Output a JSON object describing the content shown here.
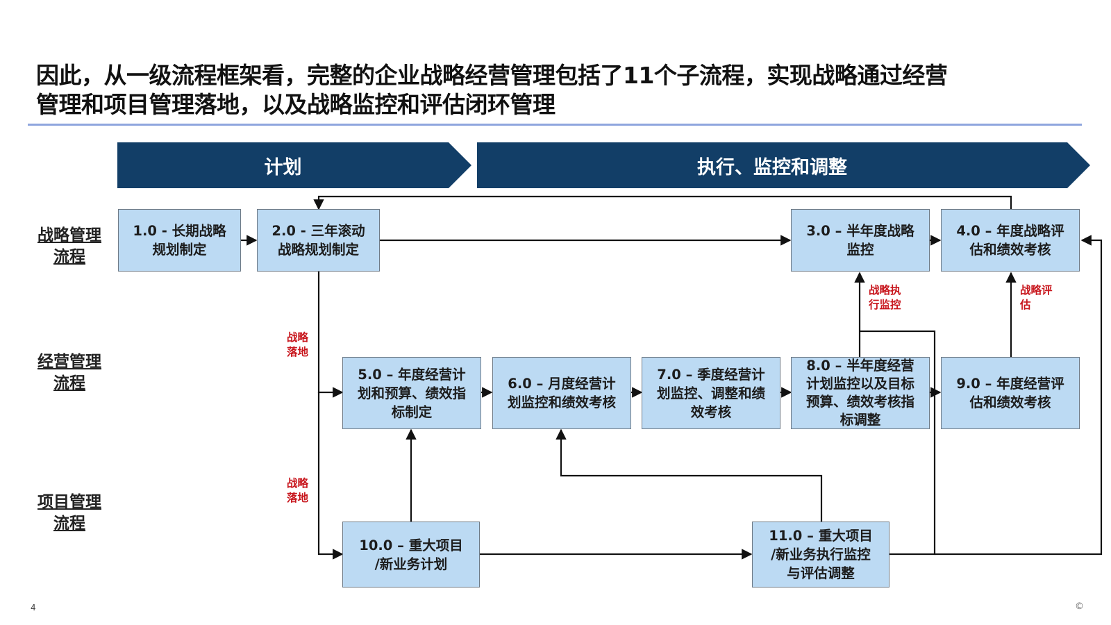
{
  "title": {
    "line1": "因此，从一级流程框架看，完整的企业战略经营管理包括了11个子流程，实现战略通过经营",
    "line2": "管理和项目管理落地，以及战略监控和评估闭环管理"
  },
  "colors": {
    "phase_banner": "#123e67",
    "box_fill": "#bcdaf3",
    "box_border": "#6e7a86",
    "note_red": "#c8161d",
    "title_rule": "#8fa6de"
  },
  "phases": [
    {
      "label": "计划"
    },
    {
      "label": "执行、监控和调整"
    }
  ],
  "lanes": [
    {
      "label_line1": "战略管理",
      "label_line2": "流程"
    },
    {
      "label_line1": "经营管理",
      "label_line2": "流程"
    },
    {
      "label_line1": "项目管理",
      "label_line2": "流程"
    }
  ],
  "boxes": {
    "b1": {
      "line1": "1.0 - 长期战略",
      "line2": "规划制定"
    },
    "b2": {
      "line1": "2.0 - 三年滚动",
      "line2": "战略规划制定"
    },
    "b3": {
      "line1": "3.0 – 半年度战略",
      "line2": "监控"
    },
    "b4": {
      "line1": "4.0 – 年度战略评",
      "line2": "估和绩效考核"
    },
    "b5": {
      "line1": "5.0 – 年度经营计",
      "line2": "划和预算、绩效指",
      "line3": "标制定"
    },
    "b6": {
      "line1": "6.0 – 月度经营计",
      "line2": "划监控和绩效考核"
    },
    "b7": {
      "line1": "7.0 – 季度经营计",
      "line2": "划监控、调整和绩",
      "line3": "效考核"
    },
    "b8": {
      "line1": "8.0 – 半年度经营",
      "line2": "计划监控以及目标",
      "line3": "预算、绩效考核指",
      "line4": "标调整"
    },
    "b9": {
      "line1": "9.0 – 年度经营评",
      "line2": "估和绩效考核"
    },
    "b10": {
      "line1": "10.0 – 重大项目",
      "line2": "/新业务计划"
    },
    "b11": {
      "line1": "11.0 – 重大项目",
      "line2": "/新业务执行监控",
      "line3": "与评估调整"
    }
  },
  "notes": {
    "landing1": {
      "line1": "战略",
      "line2": "落地"
    },
    "landing2": {
      "line1": "战略",
      "line2": "落地"
    },
    "exec_monitor": {
      "line1": "战略执",
      "line2": "行监控"
    },
    "evaluation": {
      "line1": "战略评",
      "line2": "估"
    }
  },
  "footer": {
    "page_number": "4",
    "copyright": "©"
  }
}
